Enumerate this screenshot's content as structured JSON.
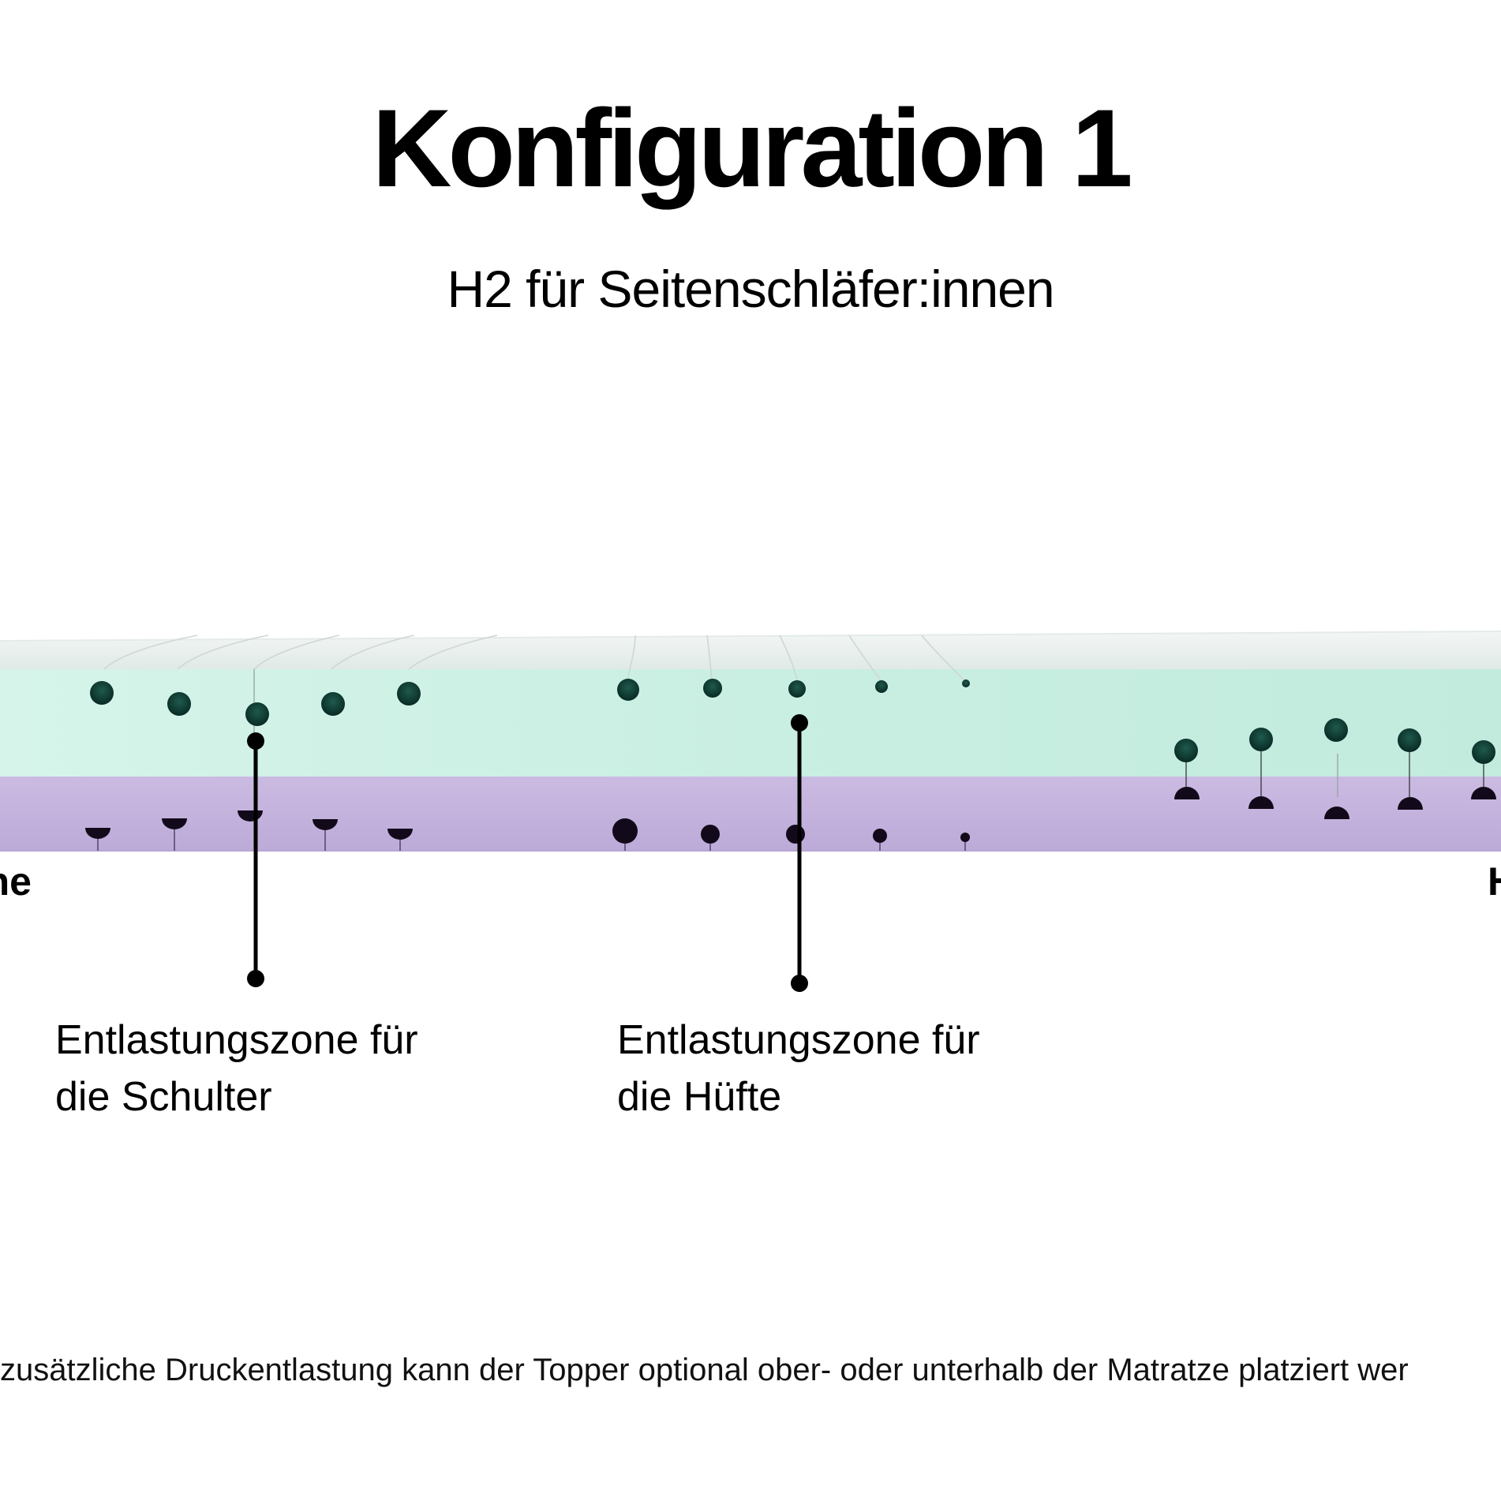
{
  "title": "Konfiguration 1",
  "subtitle": "H2 für Seitenschläfer:innen",
  "diagram": {
    "end_labels": {
      "left": "ne",
      "right": "H"
    },
    "callouts": [
      {
        "line1": "Entlastungszone für",
        "line2": "die Schulter"
      },
      {
        "line1": "Entlastungszone für",
        "line2": "die Hüfte"
      }
    ],
    "colors": {
      "top_layer": "#cfeee3",
      "bottom_layer": "#c4b3de",
      "hole": "#0e3a32",
      "marker": "#000000"
    }
  },
  "footnote": "zusätzliche Druckentlastung kann der Topper optional ober- oder unterhalb der Matratze platziert wer"
}
